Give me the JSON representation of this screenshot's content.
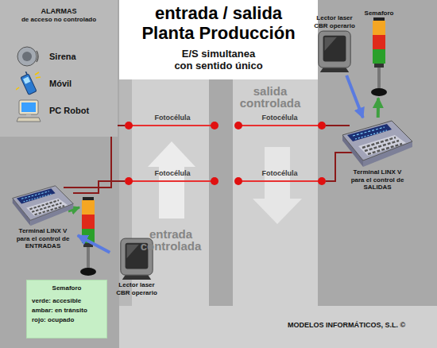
{
  "diagram": {
    "title": "entrada / salida Planta Producción",
    "nodes": [
      {
        "text": [
          "ALARMAS",
          "de acceso no controlado"
        ]
      },
      {
        "text": [
          "Sirena"
        ],
        "in": 0
      },
      {
        "text": [
          "Móvil"
        ],
        "in": 0
      },
      {
        "text": [
          "PC Robot"
        ],
        "in": 0
      },
      {
        "text": [
          "Terminal LINX V para el control de SALIDAS"
        ]
      },
      {
        "text": [
          "Semaforo"
        ]
      },
      {
        "text": [
          "Lector laser CBR operario"
        ]
      },
      {
        "text": [
          "Terminal LINX V para el control de ENTRADAS"
        ]
      },
      {
        "text": [
          "Semaforo"
        ]
      },
      {
        "text": [
          "Lector laser CBR operario"
        ]
      }
    ],
    "edges": [
      {
        "from": 6,
        "to": 4,
        "arrow": "to"
      },
      {
        "from": 4,
        "to": 5,
        "arrow": "to"
      },
      {
        "from": 9,
        "to": 7,
        "arrow": "to"
      }
    ],
    "labels": [
      "E/S simultanea con sentido único",
      "salida controlada",
      "Fotocélula",
      "Fotocélula",
      "Fotocélula",
      "Fotocélula",
      "entrada controlada",
      "MODELOS INFORMÁTICOS, S.L. ©"
    ],
    "legend": [
      {
        "text": "verde: accesible"
      },
      {
        "text": "ambar: en tránsito"
      },
      {
        "text": "rojo: ocupado"
      }
    ]
  }
}
